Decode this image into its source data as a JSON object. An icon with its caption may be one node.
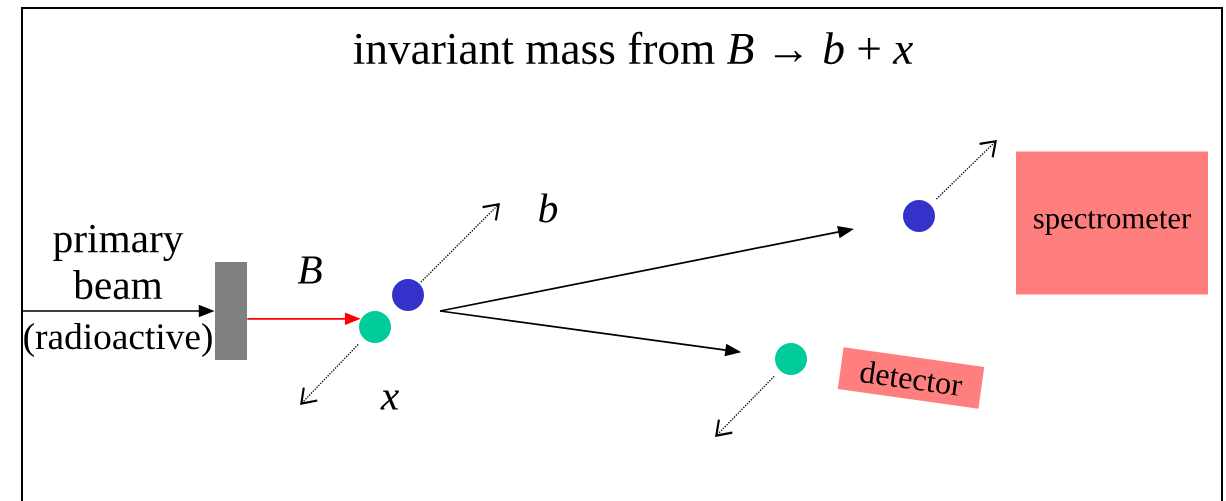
{
  "diagram": {
    "title": "invariant mass from *B* → *b* + *x*",
    "nodes": [
      {
        "text": [],
        "shape": "bar"
      },
      {
        "text": [],
        "shape": "circle"
      },
      {
        "text": [],
        "shape": "circle"
      },
      {
        "text": [],
        "shape": "circle"
      },
      {
        "text": [],
        "shape": "circle"
      },
      {
        "text": [
          "spectrometer"
        ]
      },
      {
        "text": [
          "detector"
        ]
      }
    ],
    "edges": [
      {
        "from": null,
        "to": 0,
        "arrow": "to"
      },
      {
        "from": 0,
        "to": 2,
        "arrow": "to",
        "color": "#ff0000"
      },
      {
        "from": null,
        "to": 3,
        "arrow": "to"
      },
      {
        "from": null,
        "to": 4,
        "arrow": "to"
      },
      {
        "from": 1,
        "to": null,
        "arrow": "to",
        "style": "dashed"
      },
      {
        "from": 2,
        "to": null,
        "arrow": "to",
        "style": "dashed"
      },
      {
        "from": 3,
        "to": null,
        "arrow": "to",
        "style": "dashed"
      },
      {
        "from": 4,
        "to": null,
        "arrow": "to",
        "style": "dashed"
      }
    ],
    "labels": [
      "primary beam",
      "(radioactive)",
      "B",
      "b",
      "x"
    ]
  }
}
